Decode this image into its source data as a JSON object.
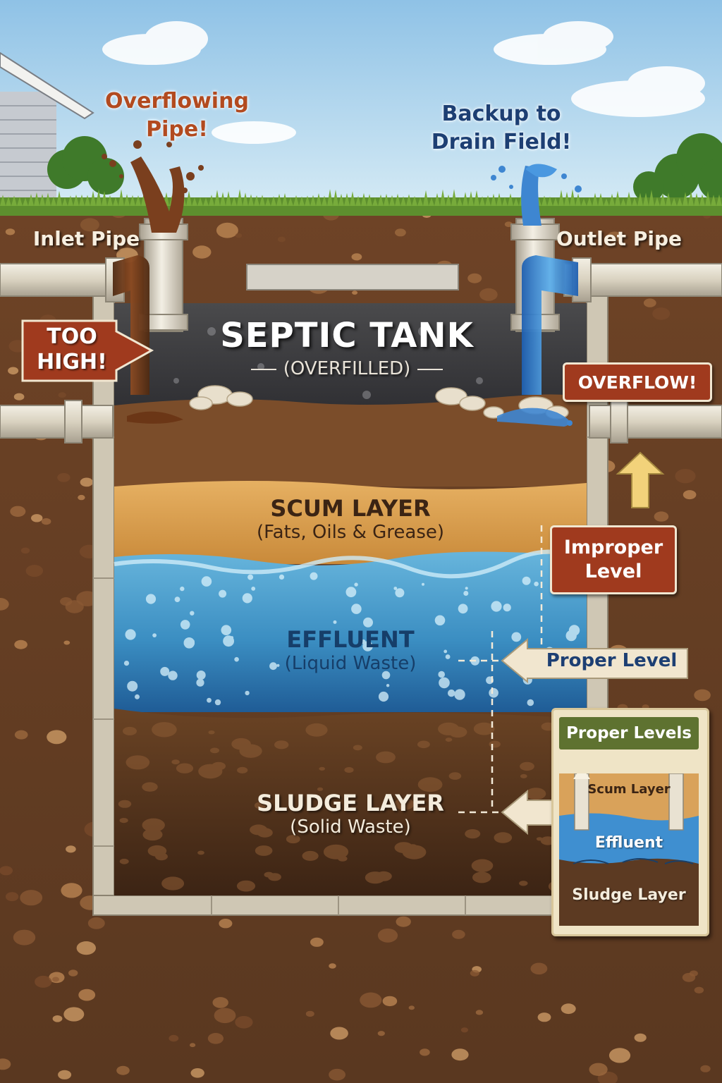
{
  "labels": {
    "overflowing_pipe_line1": "Overflowing",
    "overflowing_pipe_line2": "Pipe!",
    "backup_line1": "Backup to",
    "backup_line2": "Drain Field!",
    "inlet_pipe": "Inlet Pipe",
    "outlet_pipe": "Outlet Pipe",
    "too_high_line1": "TOO",
    "too_high_line2": "HIGH!",
    "overflow": "OVERFLOW!",
    "tank_title": "SEPTIC TANK",
    "tank_subtitle": "(OVERFILLED)",
    "improper_level_line1": "Improper",
    "improper_level_line2": "Level",
    "proper_level": "Proper Level"
  },
  "layers": {
    "scum_title": "SCUM LAYER",
    "scum_sub": "(Fats, Oils & Grease)",
    "effluent_title": "EFFLUENT",
    "effluent_sub": "(Liquid Waste)",
    "sludge_title": "SLUDGE LAYER",
    "sludge_sub": "(Solid Waste)"
  },
  "legend": {
    "title": "Proper Levels",
    "scum": "Scum Layer",
    "effluent": "Effluent",
    "sludge": "Sludge Layer"
  },
  "colors": {
    "sky": "#a9cfe8",
    "grass": "#5d8f2e",
    "soil": "#6b4226",
    "scum": "#d99a45",
    "effluent": "#3f93c6",
    "sludge": "#4e2f1b",
    "pipe": "#e2dccd",
    "sewage": "#7a3f1e",
    "water": "#3e86d1",
    "warning": "#a03a1e"
  }
}
